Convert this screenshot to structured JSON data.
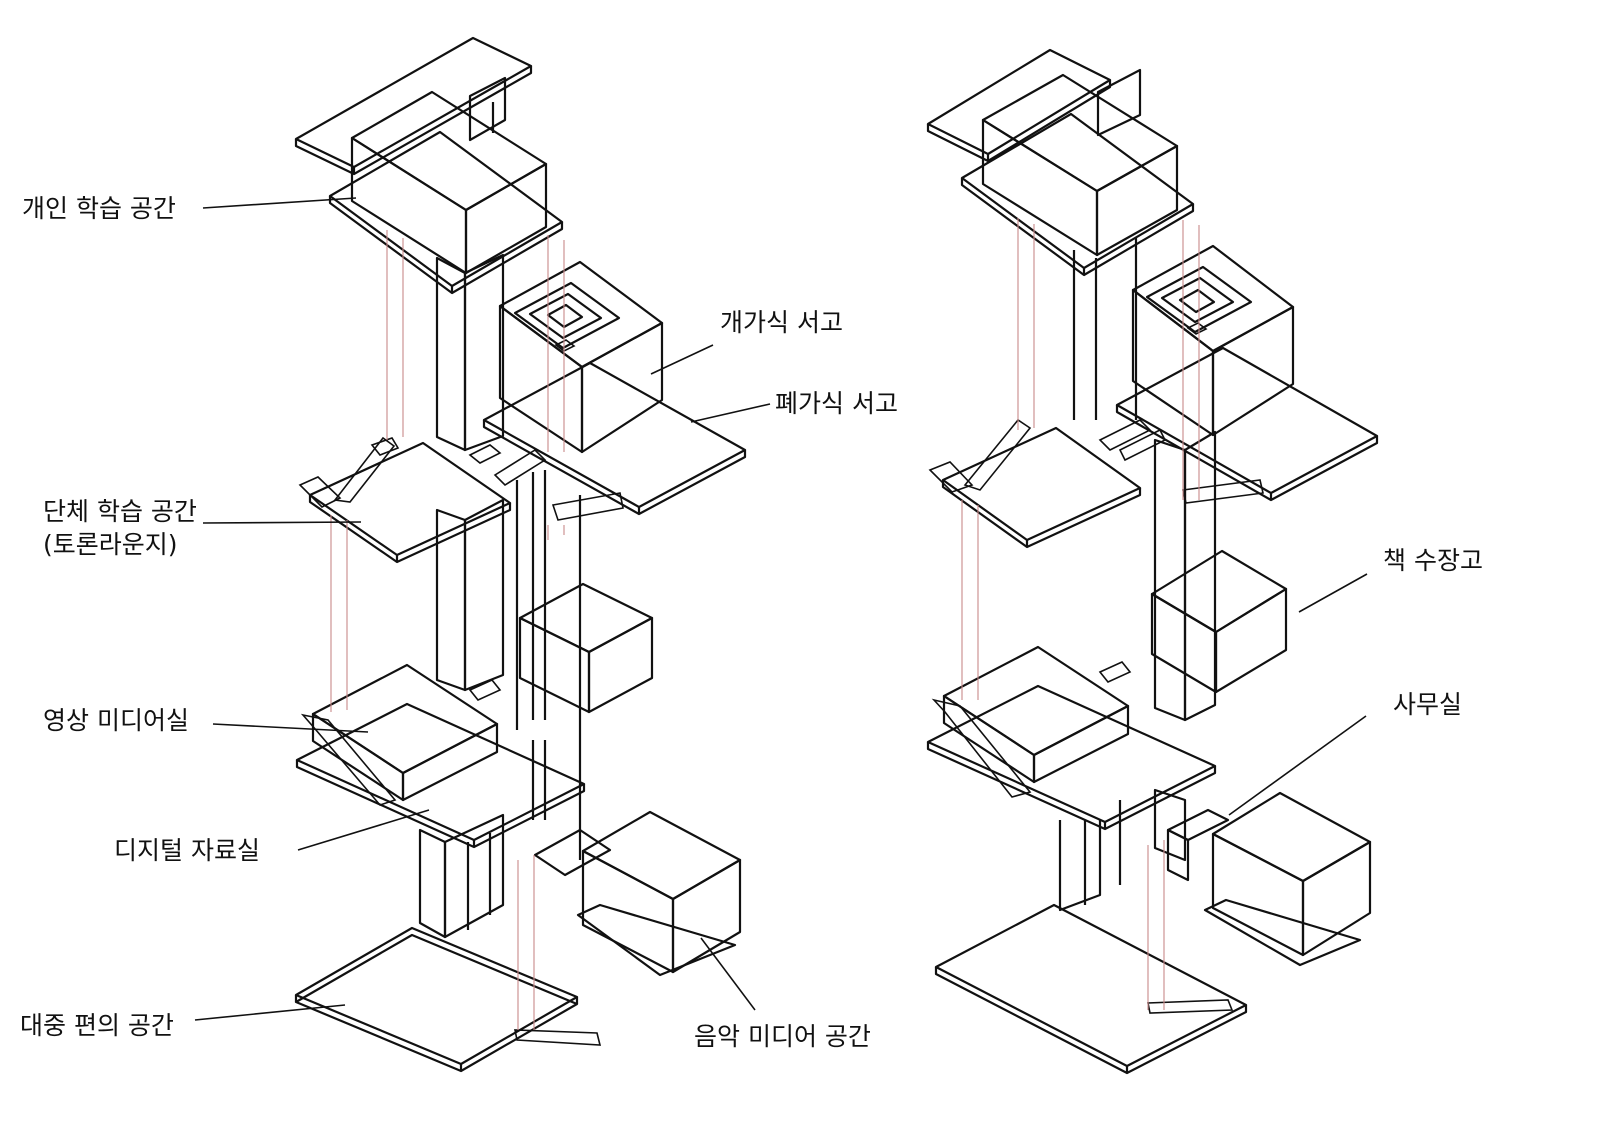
{
  "colors": {
    "public_space": "#fbe6f7",
    "service_space": "#b1b3d8",
    "core": "#c0c0c0",
    "plain": "#ffffff",
    "line": "#111111",
    "guide_line": "#c88a8a"
  },
  "left_labels": {
    "private_study": "개인 학습 공간",
    "open_stacks": "개가식 서고",
    "closed_stacks": "폐가식 서고",
    "group_study": "단체 학습 공간",
    "group_study_sub": "(토론라운지)",
    "video_media": "영상 미디어실",
    "digital_archive": "디지털 자료실",
    "public_amenity": "대중 편의 공간",
    "music_media": "음악 미디어 공간"
  },
  "right_labels": {
    "book_storage": "책 수장고",
    "office": "사무실"
  }
}
